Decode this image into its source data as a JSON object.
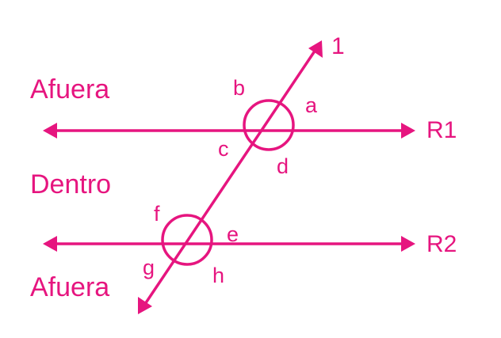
{
  "regions": {
    "top_outside": "Afuera",
    "inside": "Dentro",
    "bottom_outside": "Afuera"
  },
  "lines": {
    "parallel_1": "R1",
    "parallel_2": "R2",
    "transversal": "1"
  },
  "angles_r1": {
    "a": "a",
    "b": "b",
    "c": "c",
    "d": "d"
  },
  "angles_r2": {
    "e": "e",
    "f": "f",
    "g": "g",
    "h": "h"
  },
  "colors": {
    "ink": "#e6157f",
    "background": "#ffffff"
  }
}
